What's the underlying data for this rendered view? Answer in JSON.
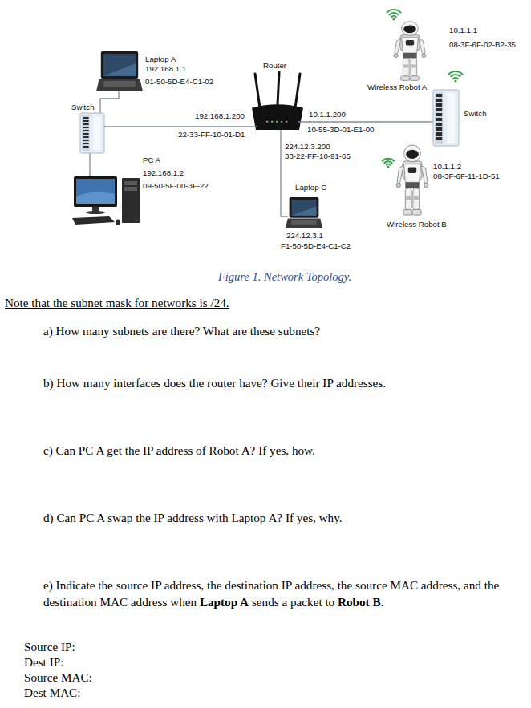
{
  "diagram": {
    "caption": "Figure 1. Network Topology.",
    "nodes": [
      {
        "text": [
          "Laptop A",
          "192.168.1.1",
          "01-50-5D-E4-C1-02"
        ]
      },
      {
        "text": [
          "Router"
        ]
      },
      {
        "text": [
          "10.1.1.1",
          "08-3F-6F-02-B2-35",
          "Wireless Robot A"
        ]
      },
      {
        "text": [
          "Switch"
        ]
      },
      {
        "text": [
          "Switch"
        ]
      },
      {
        "text": [
          "PC A",
          "192.168.1.2",
          "09-50-5F-00-3F-22"
        ]
      },
      {
        "text": [
          "10.1.1.2",
          "08-3F-6F-11-1D-51",
          "Wireless Robot B"
        ]
      },
      {
        "text": [
          "Laptop C",
          "224.12.3.1",
          "F1-50-5D-E4-C1-C2"
        ]
      }
    ],
    "edges": [
      {
        "from": 0,
        "to": 3,
        "arrow": "none"
      },
      {
        "from": 3,
        "to": 5,
        "arrow": "none"
      },
      {
        "from": 3,
        "to": 1,
        "arrow": "none"
      },
      {
        "from": 1,
        "to": 4,
        "arrow": "none"
      },
      {
        "from": 1,
        "to": 7,
        "arrow": "none"
      }
    ],
    "labels": [
      "192.168.1.200",
      "22-33-FF-10-01-D1",
      "10.1.1.200",
      "10-55-3D-01-E1-00",
      "224.12.3.200",
      "33-22-FF-10-91-65",
      "Note that the subnet mask for networks is /24.",
      "a) How many subnets are there? What are these subnets?",
      "b) How many interfaces does the router have? Give their IP addresses.",
      "c) Can PC A get the IP address of Robot A? If yes, how.",
      "d) Can PC A swap the IP address with Laptop A? If yes, why.",
      "e) Indicate the source IP address, the destination IP address, the source MAC address, and the destination MAC address when",
      "Laptop A",
      "sends a packet to",
      "Robot B",
      ".",
      "Source IP:",
      "Dest IP:",
      "Source MAC:",
      "Dest MAC:"
    ]
  }
}
